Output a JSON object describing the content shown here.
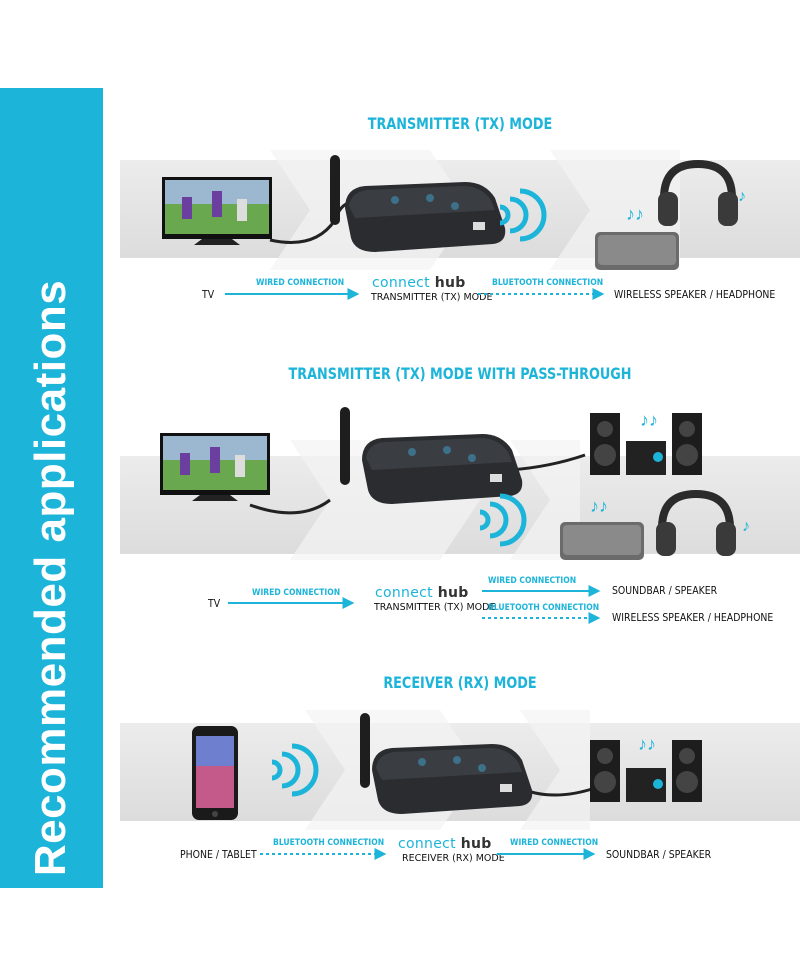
{
  "sidebar": {
    "title": "Recommended applications"
  },
  "brand": {
    "connect": "connect",
    "hub": "hub"
  },
  "sections": [
    {
      "title": "TRANSMITTER (TX) MODE",
      "source": "TV",
      "hub_mode": "TRANSMITTER (TX) MODE",
      "link1": "WIRED CONNECTION",
      "link2": "BLUETOOTH CONNECTION",
      "output": "WIRELESS SPEAKER / HEADPHONE"
    },
    {
      "title": "TRANSMITTER (TX) MODE WITH PASS-THROUGH",
      "source": "TV",
      "hub_mode": "TRANSMITTER (TX) MODE",
      "link1": "WIRED CONNECTION",
      "link2a": "WIRED CONNECTION",
      "link2b": "BLUETOOTH CONNECTION",
      "output_a": "SOUNDBAR / SPEAKER",
      "output_b": "WIRELESS SPEAKER / HEADPHONE"
    },
    {
      "title": "RECEIVER (RX) MODE",
      "source": "PHONE / TABLET",
      "hub_mode": "RECEIVER (RX) MODE",
      "link1": "BLUETOOTH CONNECTION",
      "link2": "WIRED CONNECTION",
      "output": "SOUNDBAR / SPEAKER"
    }
  ],
  "colors": {
    "accent": "#1cb4d9",
    "device": "#2a2c30",
    "band": "#e2e2e2"
  }
}
